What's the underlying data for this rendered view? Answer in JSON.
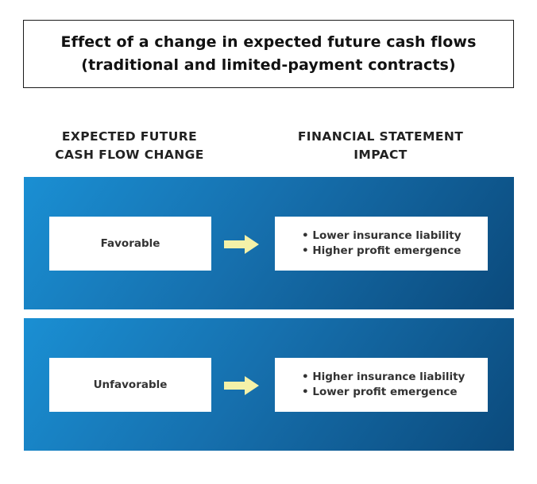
{
  "title": {
    "line1": "Effect of a change in expected future cash flows",
    "line2": "(traditional and limited-payment contracts)"
  },
  "headers": {
    "left_line1": "EXPECTED FUTURE",
    "left_line2": "CASH FLOW CHANGE",
    "right_line1": "FINANCIAL STATEMENT",
    "right_line2": "IMPACT"
  },
  "rows": [
    {
      "change": "Favorable",
      "impacts": [
        "Lower insurance liability",
        "Higher profit emergence"
      ]
    },
    {
      "change": "Unfavorable",
      "impacts": [
        "Higher insurance liability",
        "Lower profit emergence"
      ]
    }
  ],
  "colors": {
    "band_start": "#1a8fd3",
    "band_end": "#0b4a7c",
    "arrow": "#f4f1a8"
  },
  "icons": {
    "row_arrow": "right-arrow-icon"
  }
}
